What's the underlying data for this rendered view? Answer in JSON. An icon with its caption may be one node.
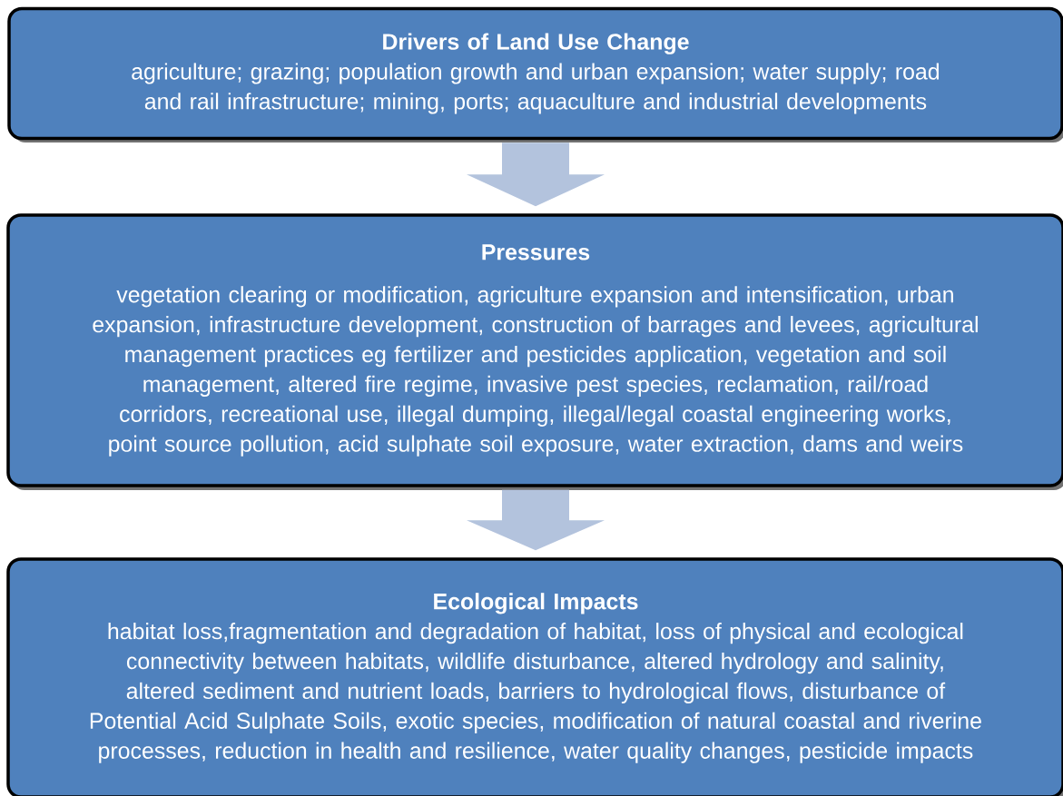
{
  "diagram": {
    "nodes": [
      {
        "text": [
          "Drivers of Land Use Change",
          "agriculture; grazing; population growth and urban expansion; water supply; road and rail infrastructure; mining, ports; aquaculture and industrial developments"
        ]
      },
      {
        "text": [
          "Pressures",
          "vegetation clearing or modification, agriculture expansion and intensification, urban expansion, infrastructure development, construction of barrages and levees, agricultural management practices eg fertilizer and pesticides application, vegetation and soil management, altered fire regime, invasive pest species, reclamation, rail/road corridors, recreational use, illegal dumping, illegal/legal coastal engineering works, point source pollution, acid sulphate soil exposure, water extraction, dams and weirs"
        ]
      },
      {
        "text": [
          "Ecological Impacts",
          "habitat loss,fragmentation and degradation of habitat, loss of physical and ecological connectivity between habitats, wildlife disturbance, altered hydrology and salinity, altered sediment and nutrient loads, barriers to hydrological flows, disturbance of Potential Acid Sulphate Soils, exotic species, modification of natural coastal and riverine processes, reduction in health and resilience, water quality changes, pesticide impacts"
        ]
      }
    ],
    "edges": [
      {
        "from": 0,
        "to": 1,
        "arrow": "to"
      },
      {
        "from": 1,
        "to": 2,
        "arrow": "to"
      }
    ]
  }
}
